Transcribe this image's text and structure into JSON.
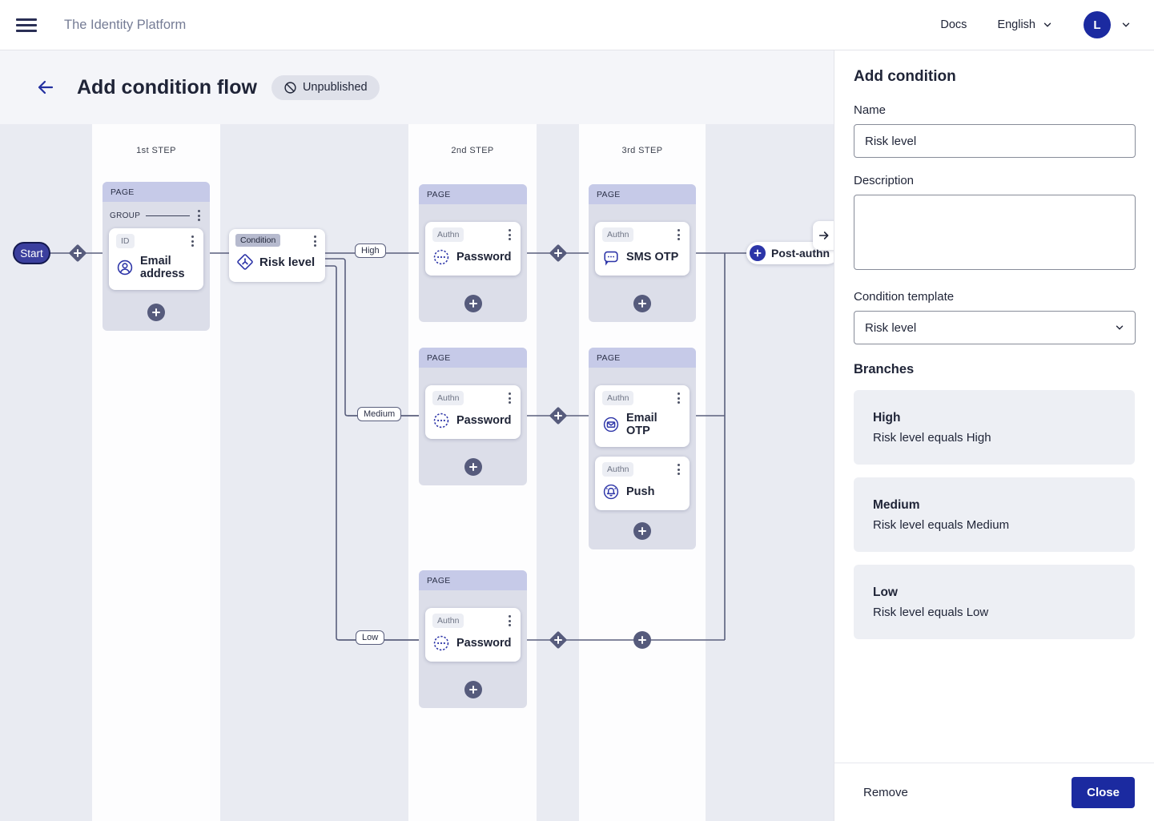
{
  "topbar": {
    "brand": "The Identity Platform",
    "docs": "Docs",
    "language": "English",
    "avatar_initial": "L"
  },
  "header": {
    "title": "Add condition flow",
    "status_badge": "Unpublished"
  },
  "canvas": {
    "steps": [
      "1st STEP",
      "2nd STEP",
      "3rd STEP"
    ],
    "start_label": "Start",
    "page_label": "PAGE",
    "group_label": "GROUP",
    "id_chip": "ID",
    "authn_chip": "Authn",
    "condition_chip": "Condition",
    "nodes": {
      "email_address": "Email address",
      "risk_level": "Risk level",
      "password": "Password",
      "sms_otp": "SMS OTP",
      "email_otp": "Email OTP",
      "push": "Push",
      "post_authn": "Post-authn"
    },
    "branch_labels": {
      "high": "High",
      "medium": "Medium",
      "low": "Low"
    }
  },
  "panel": {
    "title": "Add condition",
    "name_label": "Name",
    "name_value": "Risk level",
    "description_label": "Description",
    "description_value": "",
    "condition_template_label": "Condition template",
    "condition_template_value": "Risk level",
    "branches_title": "Branches",
    "branches": [
      {
        "name": "High",
        "rule": "Risk level equals High"
      },
      {
        "name": "Medium",
        "rule": "Risk level equals Medium"
      },
      {
        "name": "Low",
        "rule": "Risk level equals Low"
      }
    ],
    "remove_label": "Remove",
    "close_label": "Close"
  },
  "colors": {
    "accent": "#1b2aa0",
    "icon_navy": "#2d35a8",
    "connector": "#5a5f7d",
    "page_header": "#c6cae8",
    "page_body": "#dcdee9",
    "canvas_bg": "#e9ebf2"
  }
}
